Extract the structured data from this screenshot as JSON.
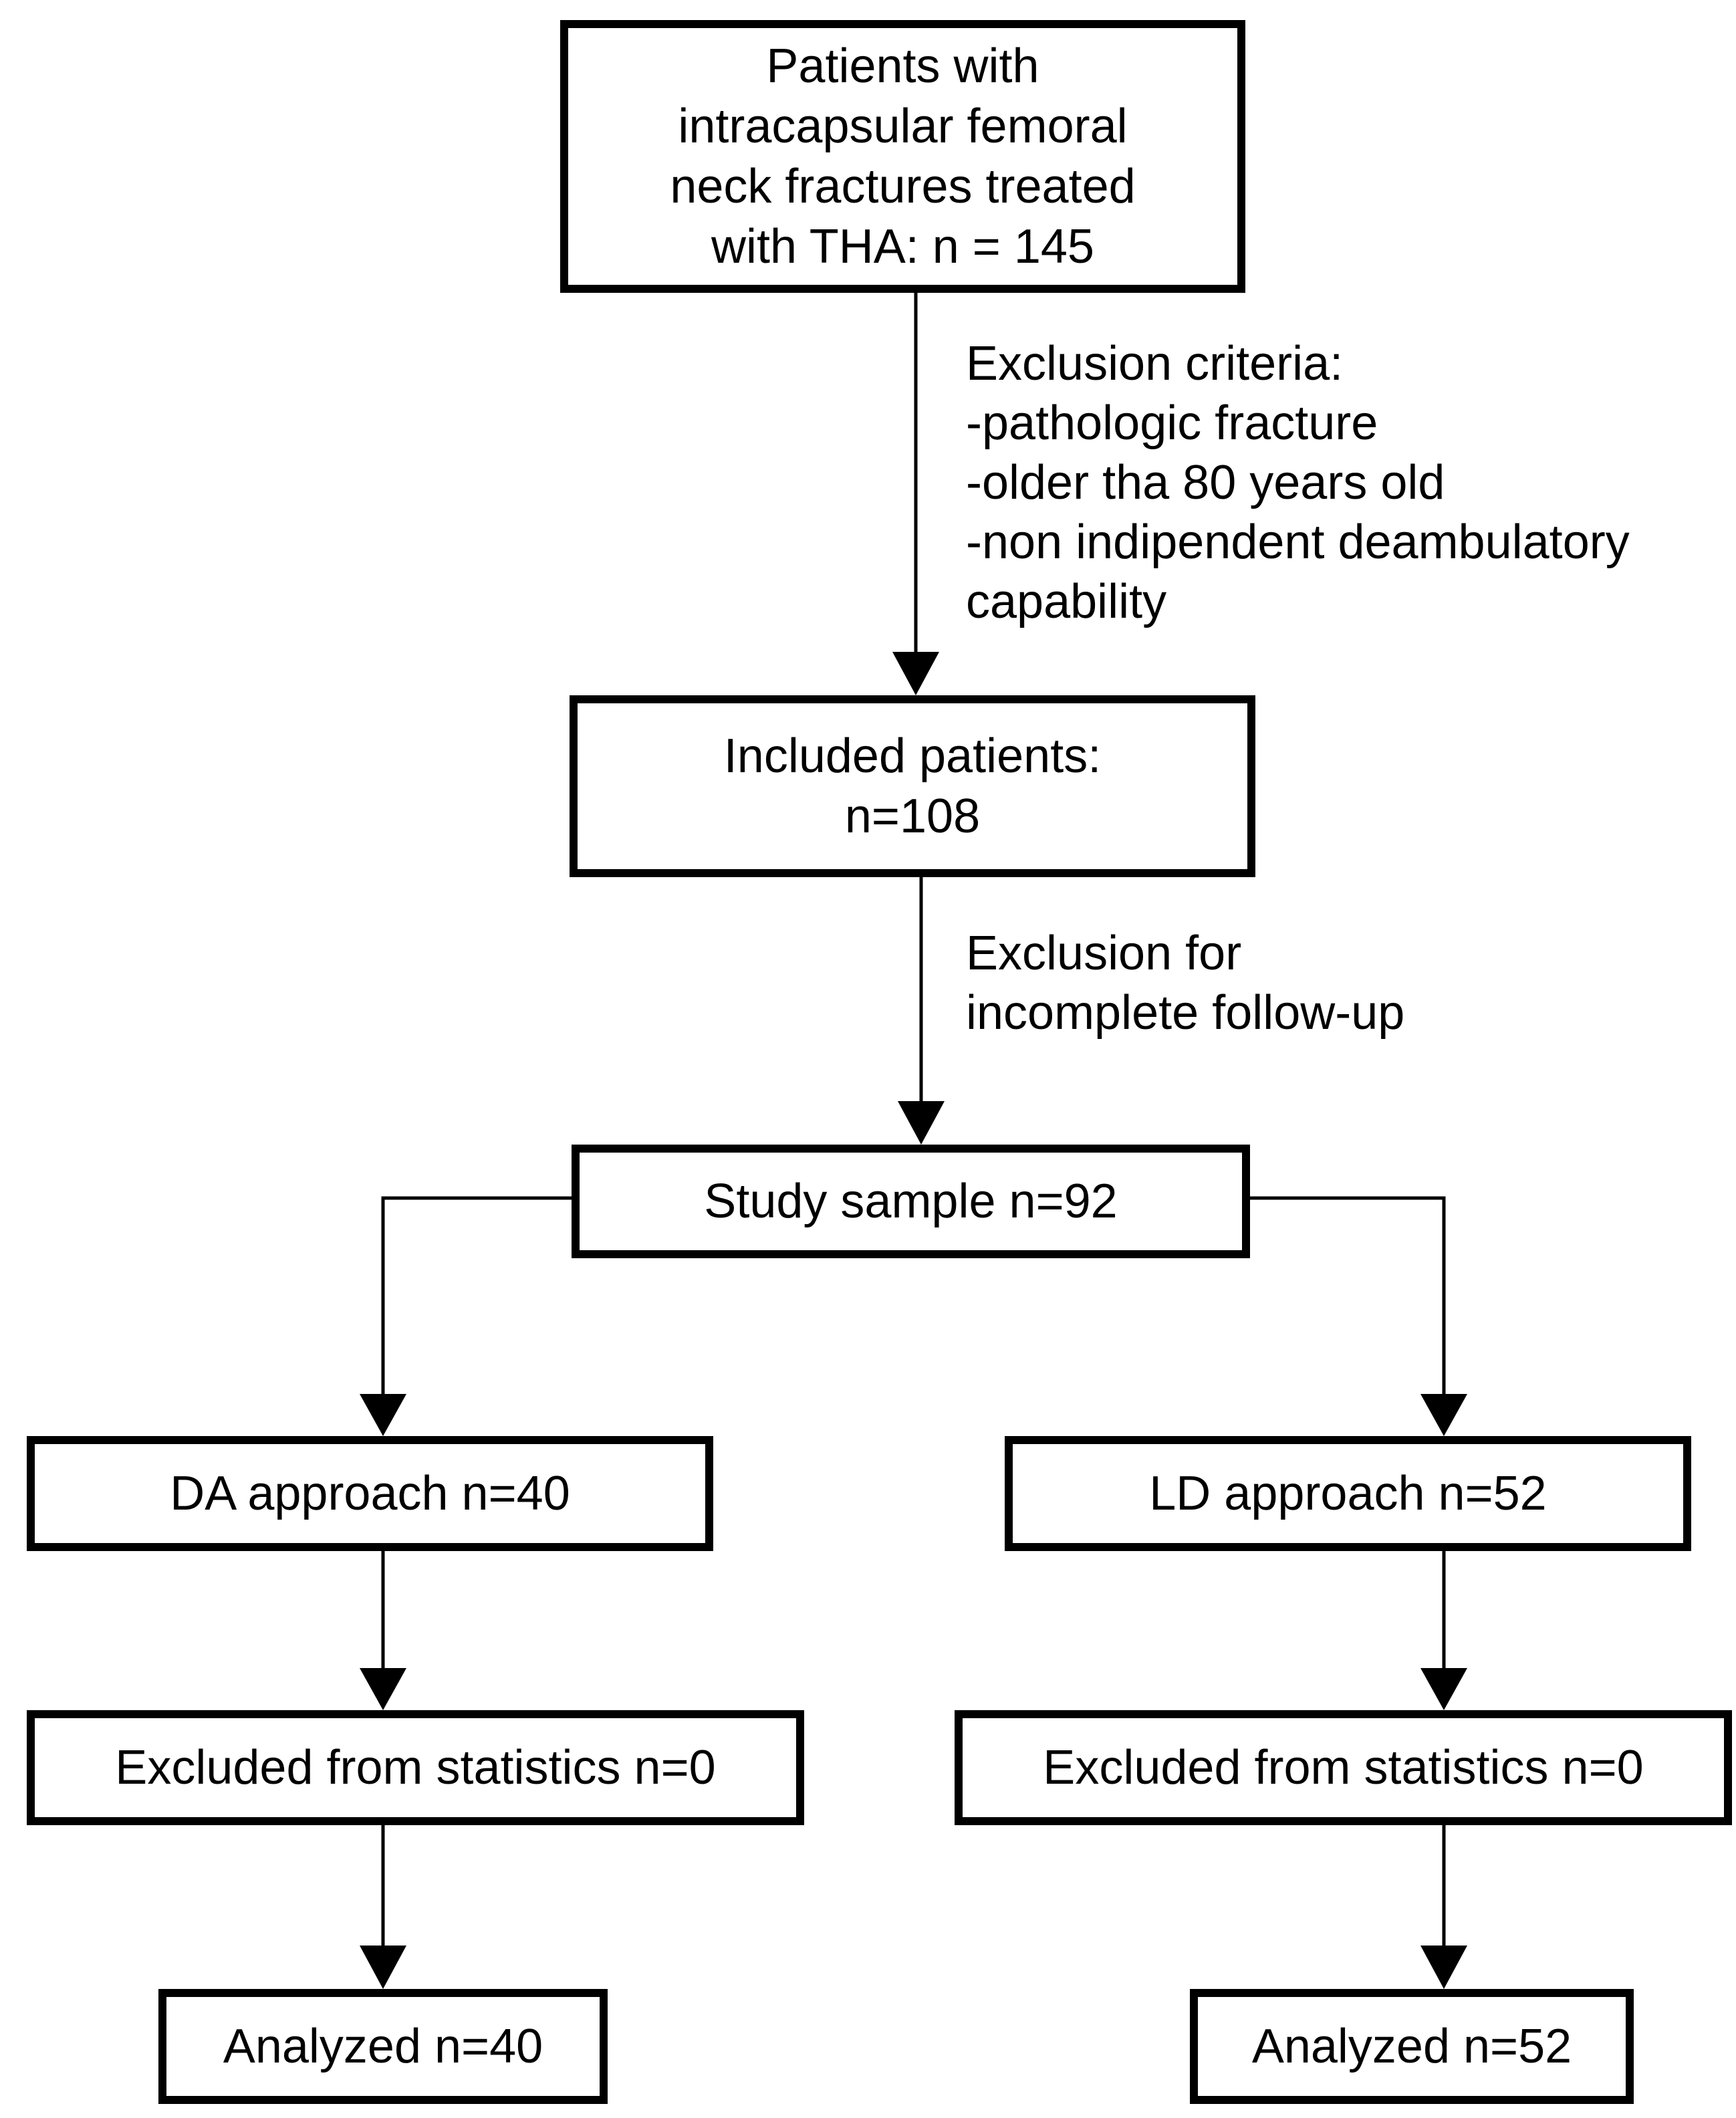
{
  "nodes": {
    "start": "Patients with\nintracapsular femoral\nneck fractures treated\nwith THA: n = 145",
    "included": "Included patients:\nn=108",
    "sample": "Study sample n=92",
    "da": "DA approach n=40",
    "ld": "LD approach n=52",
    "da_excluded": "Excluded from statistics n=0",
    "ld_excluded": "Excluded from statistics n=0",
    "da_analyzed": "Analyzed n=40",
    "ld_analyzed": "Analyzed n=52"
  },
  "notes": {
    "exclusion_criteria": [
      "Exclusion criteria:",
      "-pathologic fracture",
      "-older tha 80 years old",
      "-non indipendent deambulatory",
      "capability"
    ],
    "exclusion_followup": [
      "Exclusion for",
      "incomplete follow-up"
    ]
  },
  "colors": {
    "stroke": "#000000",
    "background": "#ffffff"
  }
}
